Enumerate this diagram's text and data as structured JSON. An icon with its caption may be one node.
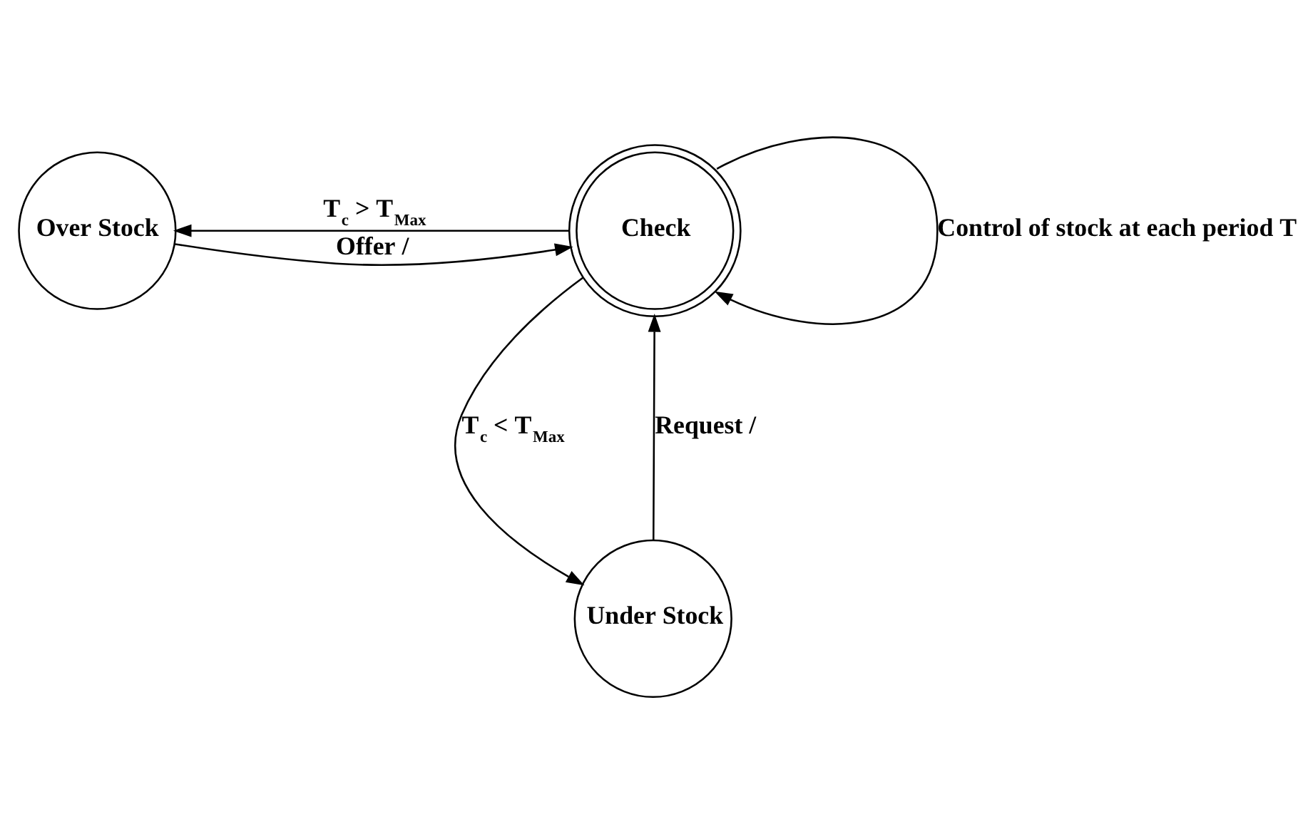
{
  "diagram": {
    "nodes": [
      {
        "text": [
          "Over Stock"
        ]
      },
      {
        "text": [
          "Check"
        ]
      },
      {
        "text": [
          "Under Stock"
        ]
      }
    ],
    "edges": [
      {
        "from": 0,
        "to": 1,
        "arrow": "to",
        "label": "Offer /"
      },
      {
        "from": 1,
        "to": 0,
        "arrow": "to",
        "label": "T$_{c}$ > T$_{Max}$"
      },
      {
        "from": 1,
        "to": 1,
        "arrow": "to",
        "label": "Control of stock at each period T"
      },
      {
        "from": 1,
        "to": 2,
        "arrow": "to",
        "label": "T$_{c}$ < T$_{Max}$"
      },
      {
        "from": 2,
        "to": 1,
        "arrow": "to",
        "label": "Request /"
      }
    ]
  }
}
